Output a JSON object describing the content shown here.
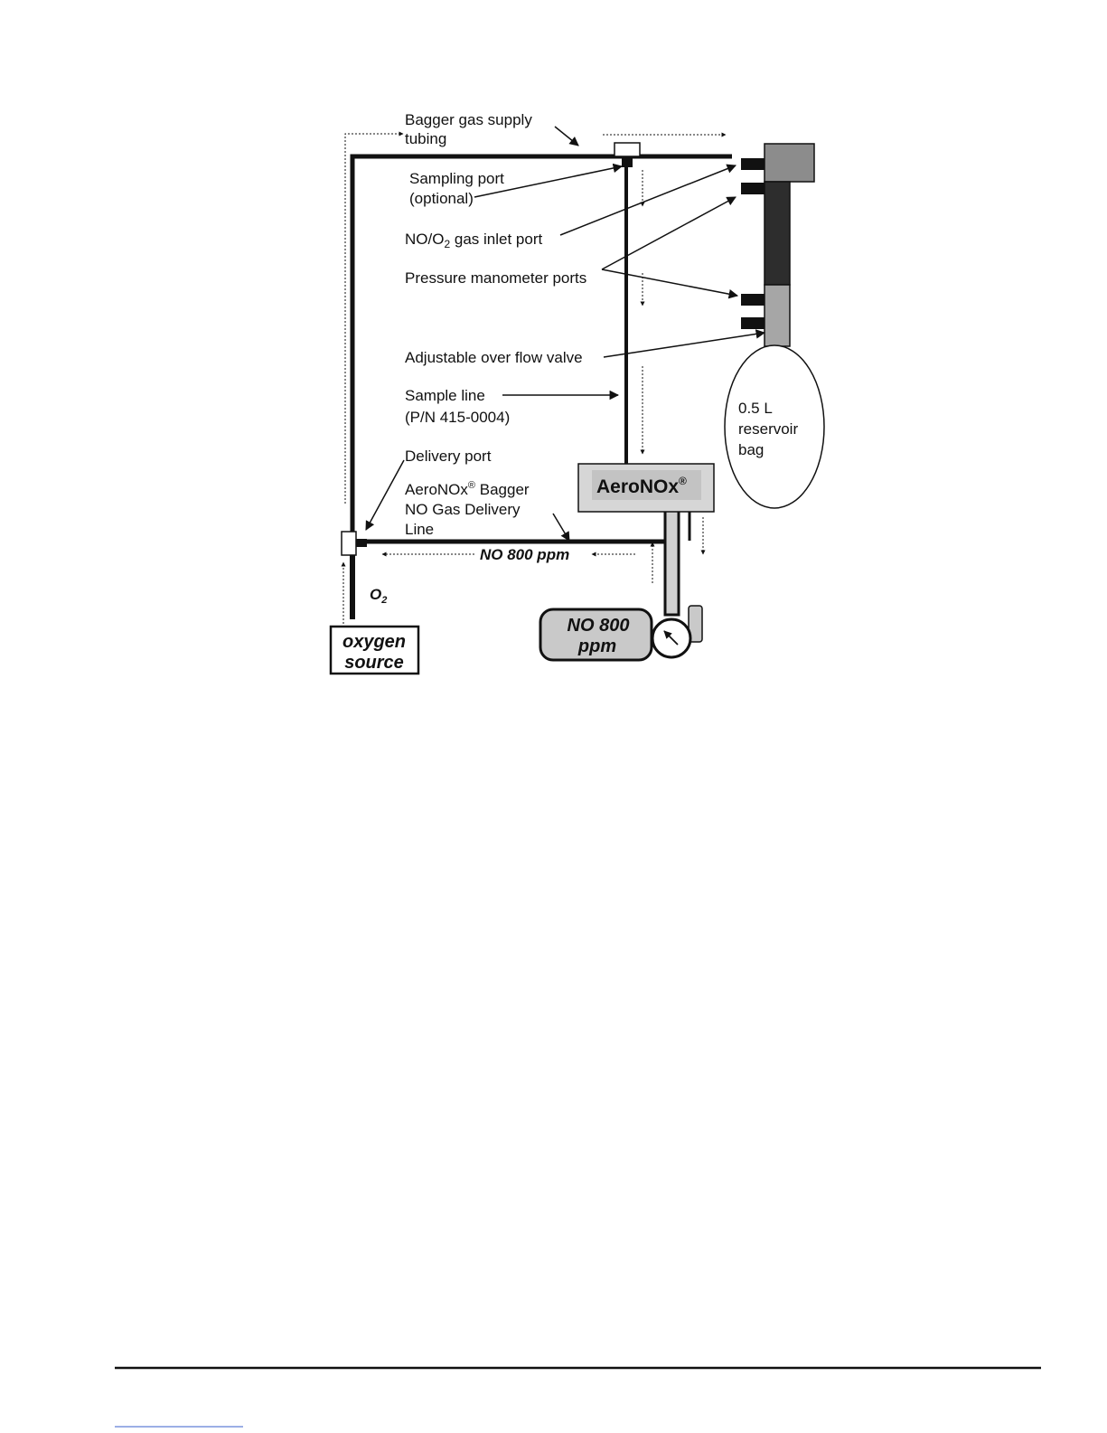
{
  "labels": {
    "bagger_tubing_1": "Bagger gas supply",
    "bagger_tubing_2": "tubing",
    "sampling_port_1": "Sampling port",
    "sampling_port_2": "(optional)",
    "inlet_port_pre": "NO/O",
    "inlet_port_sub": "2",
    "inlet_port_post": " gas inlet port",
    "manometer_ports": "Pressure manometer ports",
    "overflow_valve": "Adjustable over flow valve",
    "sample_line_1": "Sample line",
    "sample_line_2": "(P/N 415-0004)",
    "delivery_port": "Delivery port",
    "delivery_line_1_pre": "AeroNOx",
    "delivery_line_1_sup": "®",
    "delivery_line_1_post": " Bagger",
    "delivery_line_2": "NO Gas Delivery",
    "delivery_line_3": "Line",
    "no_flow": "NO 800 ppm",
    "o2_main": "O",
    "o2_sub": "2",
    "reservoir_1": "0.5 L",
    "reservoir_2": "reservoir",
    "reservoir_3": "bag"
  },
  "boxes": {
    "aeronox_name": "AeroNOx",
    "aeronox_sup": "®",
    "oxygen_1": "oxygen",
    "oxygen_2": "source",
    "cylinder_1": "NO 800",
    "cylinder_2": "ppm"
  },
  "colors": {
    "line": "#111111",
    "device_fill": "#d6d6d6",
    "manifold_top": "#8c8c8c",
    "manifold_body": "#2d2d2d",
    "manifold_mid": "#a6a6a6",
    "cylinder_fill": "#c9c9c9"
  }
}
